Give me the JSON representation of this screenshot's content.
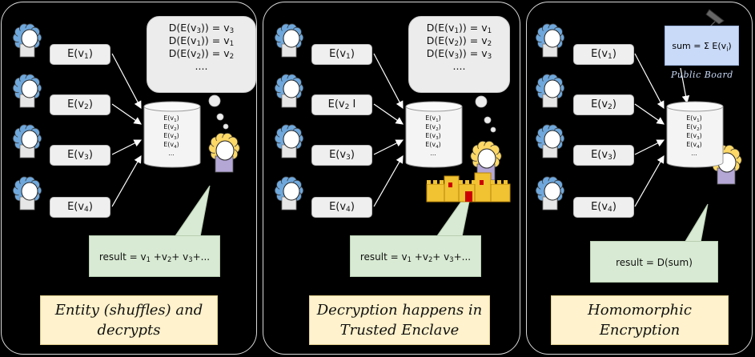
{
  "panels": [
    {
      "encrypted": [
        {
          "base": "E(v",
          "sub": "1",
          "tail": ")"
        },
        {
          "base": "E(v",
          "sub": "2",
          "tail": ")"
        },
        {
          "base": "E(v",
          "sub": "3",
          "tail": ")"
        },
        {
          "base": "E(v",
          "sub": "4",
          "tail": ")"
        }
      ],
      "thought": [
        {
          "base": "D(E(v",
          "sub": "3",
          "mid": ")) = v",
          "sub2": "3"
        },
        {
          "base": "D(E(v",
          "sub": "1",
          "mid": ")) = v",
          "sub2": "1"
        },
        {
          "base": "D(E(v",
          "sub": "2",
          "mid": ")) = v",
          "sub2": "2"
        },
        {
          "base": "....",
          "sub": "",
          "mid": "",
          "sub2": ""
        }
      ],
      "database": [
        "E(v1)",
        "E(v2)",
        "E(v3)",
        "E(v4)",
        "..."
      ],
      "result": "result = v1 +v2+ v3+...",
      "caption": "Entity (shuffles) and decrypts"
    },
    {
      "encrypted": [
        {
          "base": "E(v",
          "sub": "1",
          "tail": ")"
        },
        {
          "base": "E(v",
          "sub": "2",
          "tail": " I"
        },
        {
          "base": "E(v",
          "sub": "3",
          "tail": ")"
        },
        {
          "base": "E(v",
          "sub": "4",
          "tail": ")"
        }
      ],
      "thought": [
        {
          "base": "D(E(v",
          "sub": "1",
          "mid": ")) = v",
          "sub2": "1"
        },
        {
          "base": "D(E(v",
          "sub": "2",
          "mid": ")) = v",
          "sub2": "2"
        },
        {
          "base": "D(E(v",
          "sub": "3",
          "mid": ")) = v",
          "sub2": "3"
        },
        {
          "base": "....",
          "sub": "",
          "mid": "",
          "sub2": ""
        }
      ],
      "database": [
        "E(v1)",
        "E(v2)",
        "E(v3)",
        "E(v4)",
        "..."
      ],
      "result": "result = v1 +v2+ v3+...",
      "caption": "Decryption happens in Trusted Enclave"
    },
    {
      "encrypted": [
        {
          "base": "E(v",
          "sub": "1",
          "tail": ")"
        },
        {
          "base": "E(v",
          "sub": "2",
          "tail": ")"
        },
        {
          "base": "E(v",
          "sub": "3",
          "tail": ")"
        },
        {
          "base": "E(v",
          "sub": "4",
          "tail": ")"
        }
      ],
      "board": {
        "text": "sum = Σ E(v",
        "sub": "i",
        "tail": ")",
        "label": "Public Board"
      },
      "database": [
        "E(v1)",
        "E(v2)",
        "E(v3)",
        "E(v4)",
        "..."
      ],
      "result": "result = D(sum)",
      "caption": "Homomorphic Encryption"
    }
  ],
  "colors": {
    "hair_blue": "#6fa8dc",
    "hair_yellow": "#ffd966",
    "shirt_purple": "#b4a7d6",
    "castle": "#f1c232",
    "result_bg": "#d8ead3",
    "caption_bg": "#fff2cc"
  }
}
